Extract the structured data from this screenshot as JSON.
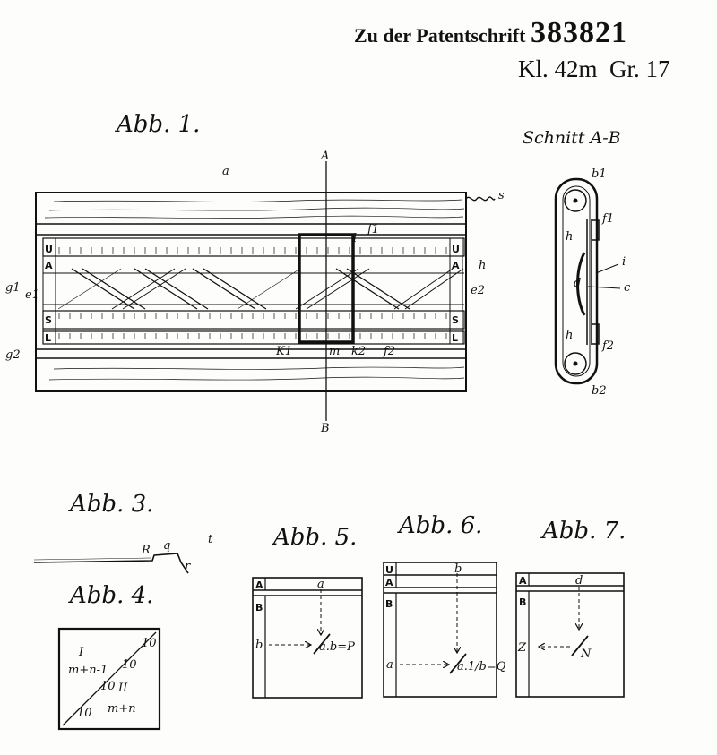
{
  "header": {
    "patent_prefix": "Zu der Patentschrift",
    "patent_number": "383821",
    "class_label": "Kl. 42m",
    "group_label": "Gr. 17"
  },
  "figures": {
    "fig1": {
      "title": "Abb. 1.",
      "labels": {
        "a": "a",
        "A": "A",
        "B": "B",
        "s": "s",
        "h": "h",
        "g1": "g1",
        "g2": "g2",
        "e1": "e1",
        "e2": "e2",
        "k1": "K1",
        "m": "m",
        "k2": "k2",
        "f1": "f1",
        "f2": "f2",
        "U": "U",
        "S": "S",
        "L": "L",
        "l": "l"
      }
    },
    "section": {
      "title": "Schnitt A-B",
      "labels": {
        "b1": "b1",
        "b2": "b2",
        "h_top": "h",
        "h_bottom": "h",
        "f1": "f1",
        "f2": "f2",
        "i": "i",
        "d": "d",
        "c": "c"
      }
    },
    "fig3": {
      "title": "Abb. 3.",
      "labels": {
        "R": "R",
        "q": "q",
        "r": "r",
        "t": "t"
      }
    },
    "fig4": {
      "title": "Abb. 4.",
      "region1": "I",
      "region1_expr": "m+n-1",
      "region2": "II",
      "region2_expr": "m+n",
      "ticks": [
        "10",
        "10",
        "10",
        "10"
      ]
    },
    "fig5": {
      "title": "Abb. 5.",
      "labels": {
        "A": "A",
        "B": "B",
        "a": "a",
        "b": "b",
        "result": "a.b=P"
      }
    },
    "fig6": {
      "title": "Abb. 6.",
      "labels": {
        "U": "U",
        "A": "A",
        "B": "B",
        "b": "b",
        "a": "a",
        "result": "a.1/b=Q"
      }
    },
    "fig7": {
      "title": "Abb. 7.",
      "labels": {
        "A": "A",
        "B": "B",
        "d": "d",
        "Z": "Z",
        "result": "N"
      }
    }
  }
}
